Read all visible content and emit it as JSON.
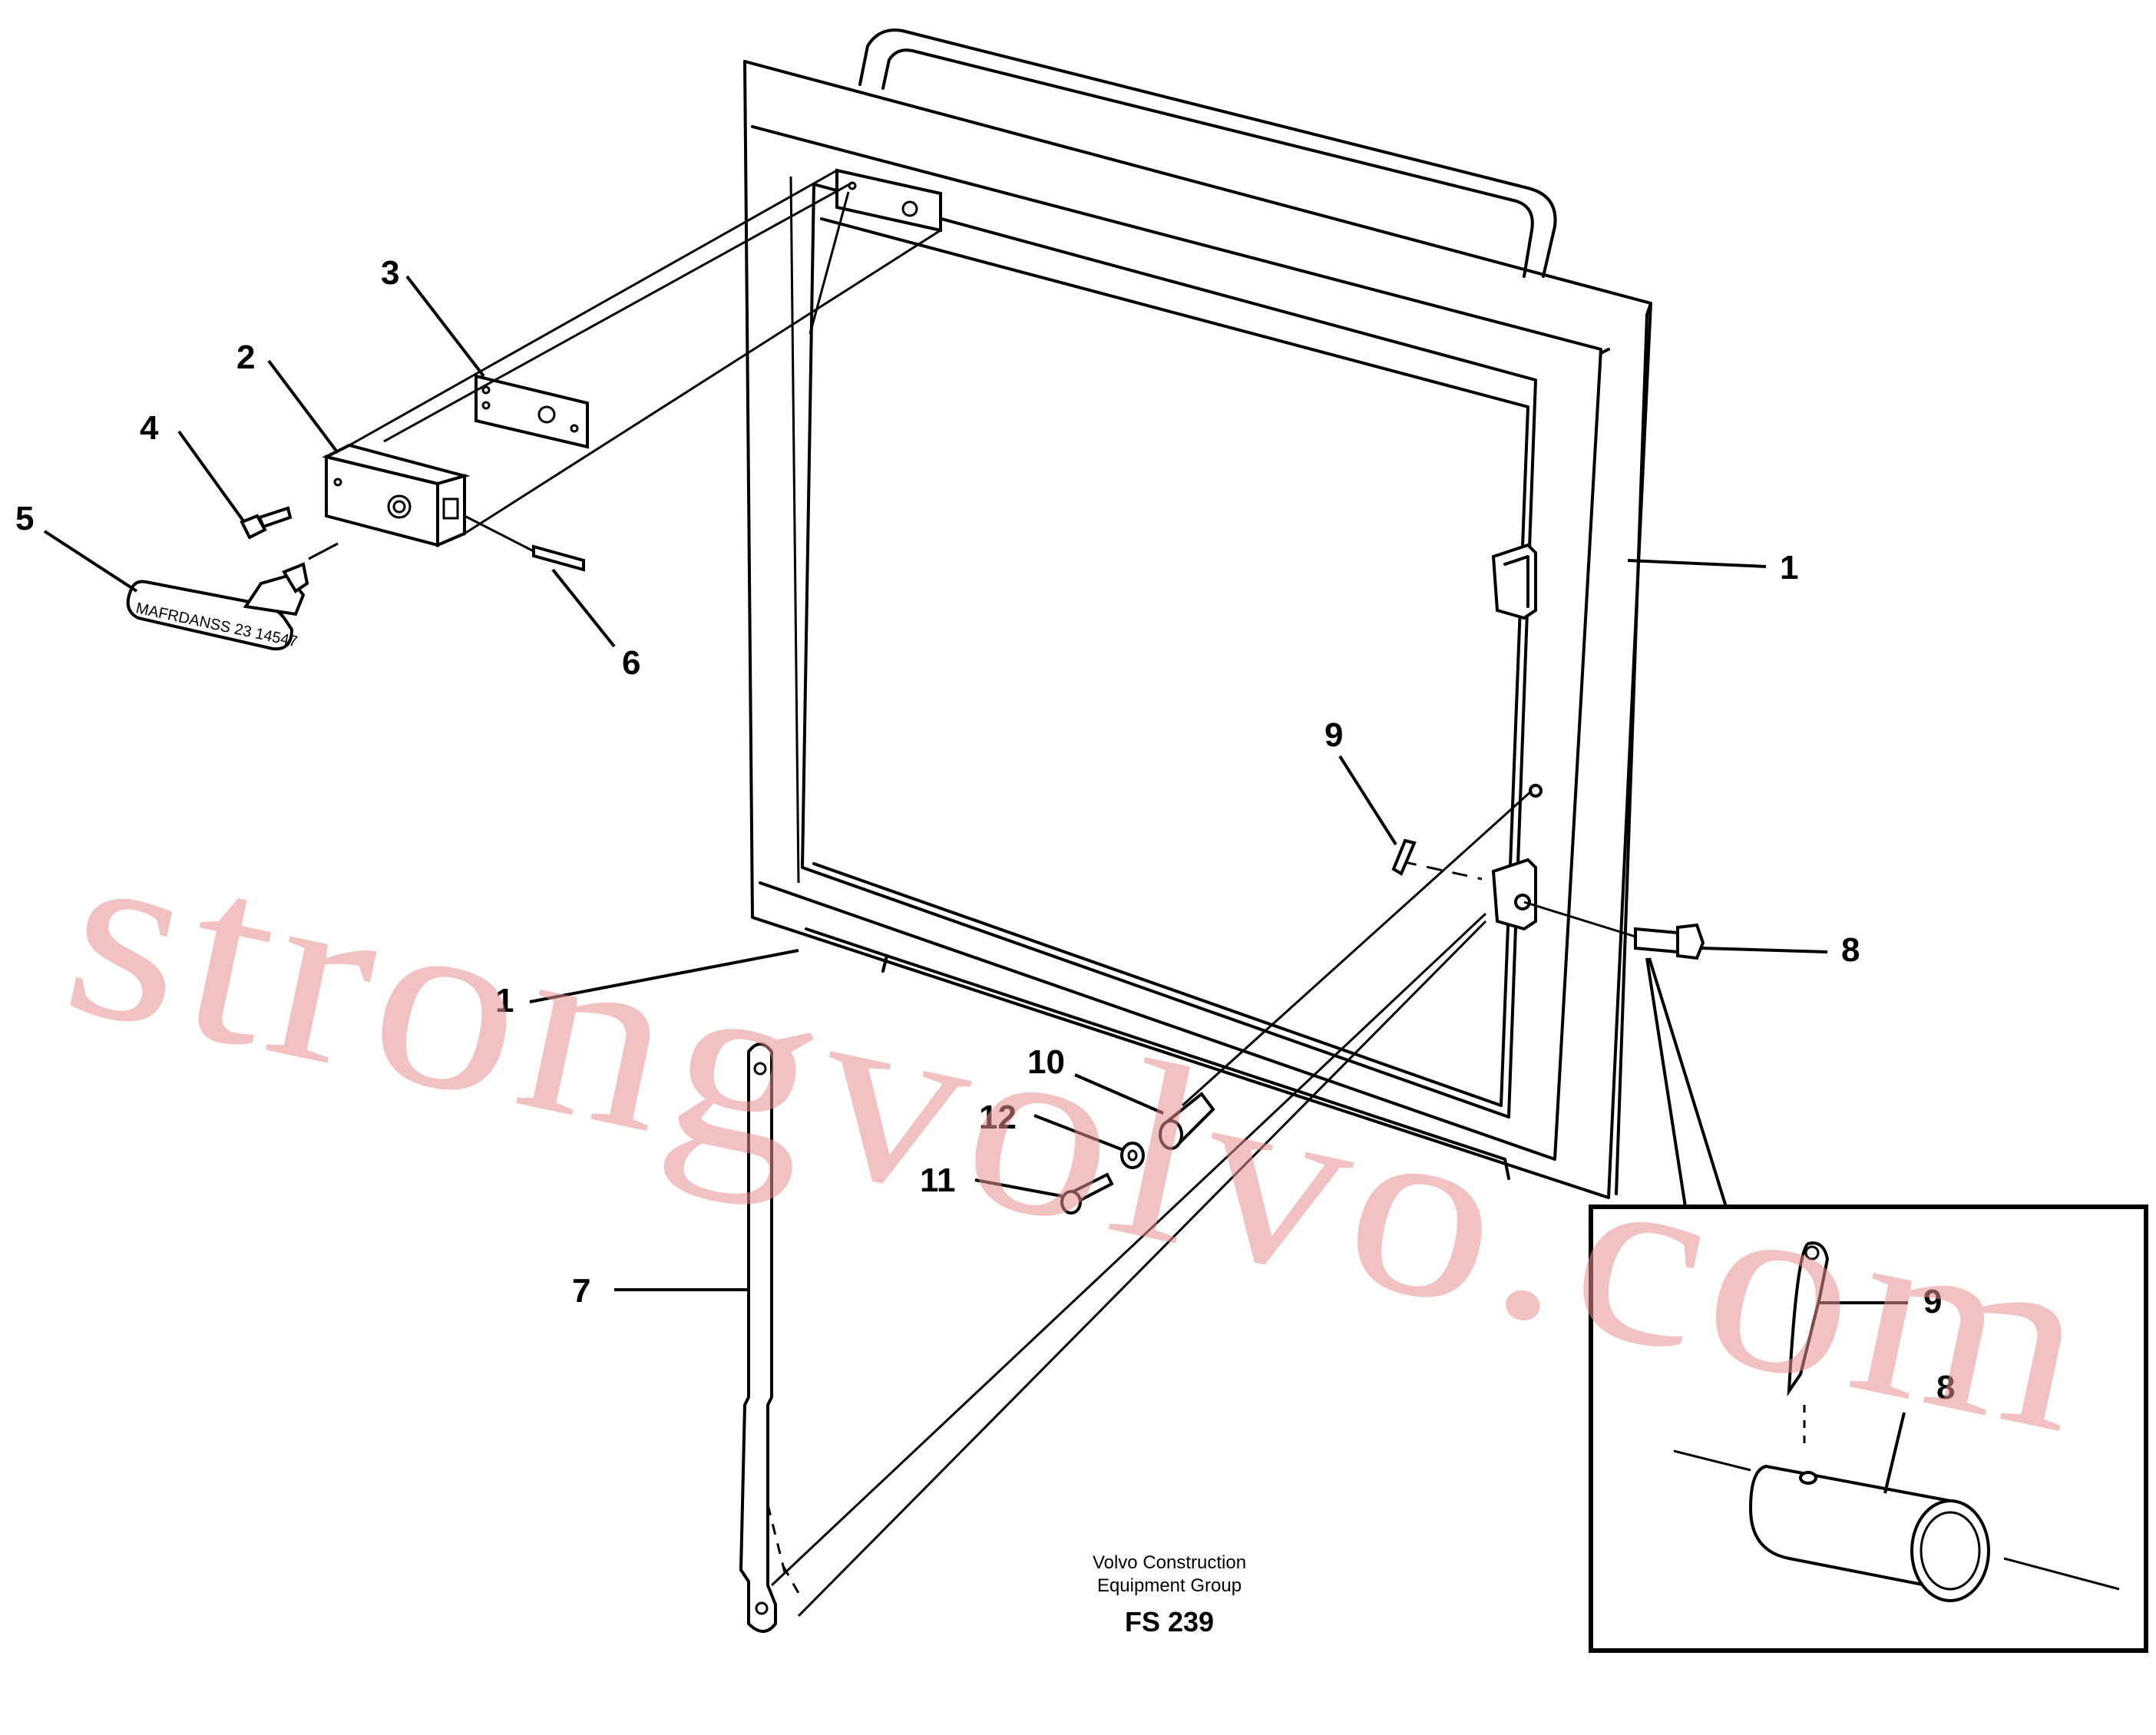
{
  "callouts": {
    "c1_right": "1",
    "c1_left": "1",
    "c2": "2",
    "c3": "3",
    "c4": "4",
    "c5": "5",
    "c6": "6",
    "c7": "7",
    "c8_main": "8",
    "c8_detail": "8",
    "c9_main": "9",
    "c9_detail": "9",
    "c10": "10",
    "c11": "11",
    "c12": "12"
  },
  "handle_marking": "MAFRDANSS 23 14547",
  "caption": {
    "line1": "Volvo Construction",
    "line2": "Equipment Group",
    "code": "FS 239"
  },
  "watermark": "strongvolvo.com",
  "colors": {
    "watermark": "#e88f8f",
    "line": "#000000",
    "background": "#ffffff"
  }
}
